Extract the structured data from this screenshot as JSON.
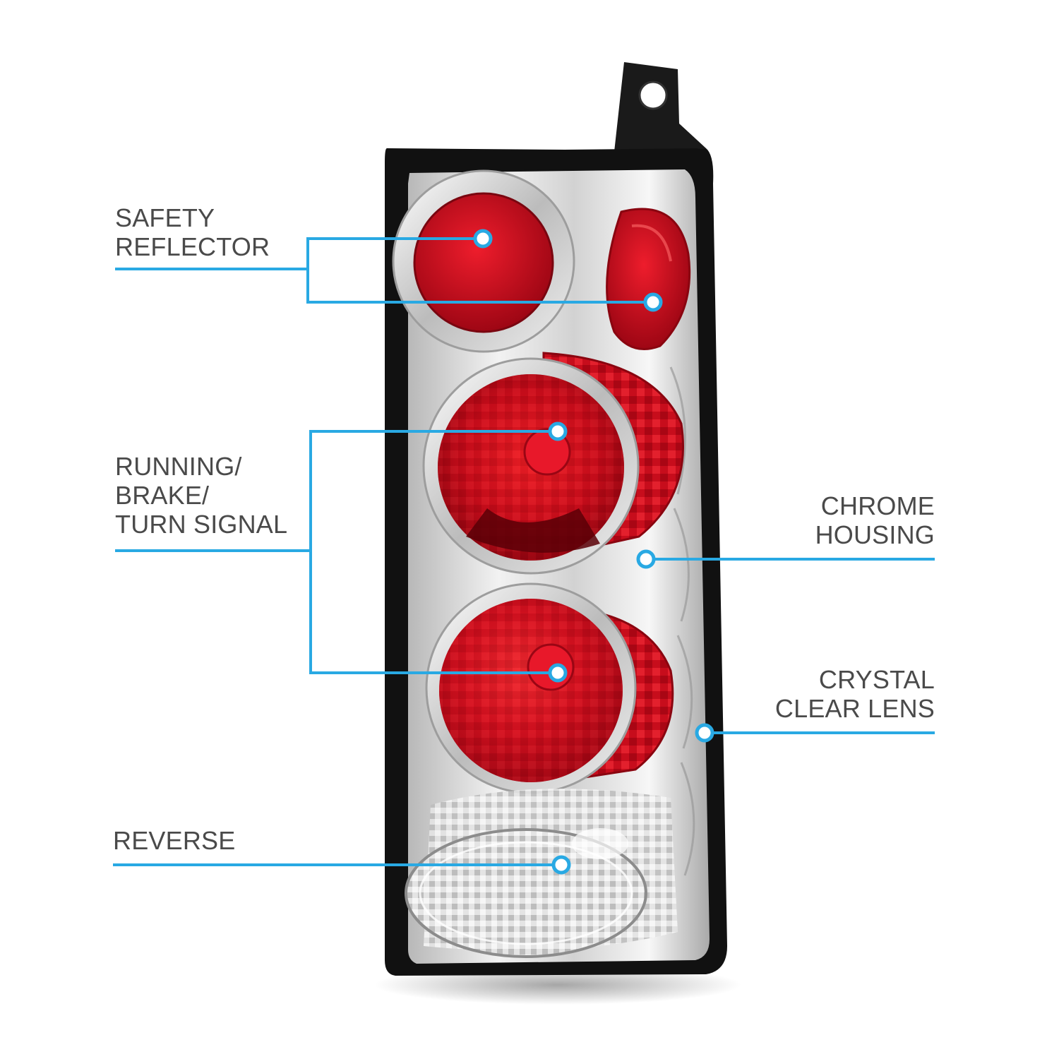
{
  "colors": {
    "callout_line": "#29a9e3",
    "label_text": "#4a4a4a",
    "housing_frame": "#111111",
    "chrome": "#d9d9d9",
    "lens_red": "#c10d1d",
    "lens_dark_red": "#6b0009"
  },
  "callouts": {
    "safety_reflector": {
      "lines": [
        "SAFETY",
        "REFLECTOR"
      ]
    },
    "running_brake_turn": {
      "lines": [
        "RUNNING/",
        "BRAKE/",
        "TURN SIGNAL"
      ]
    },
    "chrome_housing": {
      "lines": [
        "CHROME",
        "HOUSING"
      ]
    },
    "crystal_clear_lens": {
      "lines": [
        "CRYSTAL",
        "CLEAR LENS"
      ]
    },
    "reverse": {
      "lines": [
        "REVERSE"
      ]
    }
  }
}
